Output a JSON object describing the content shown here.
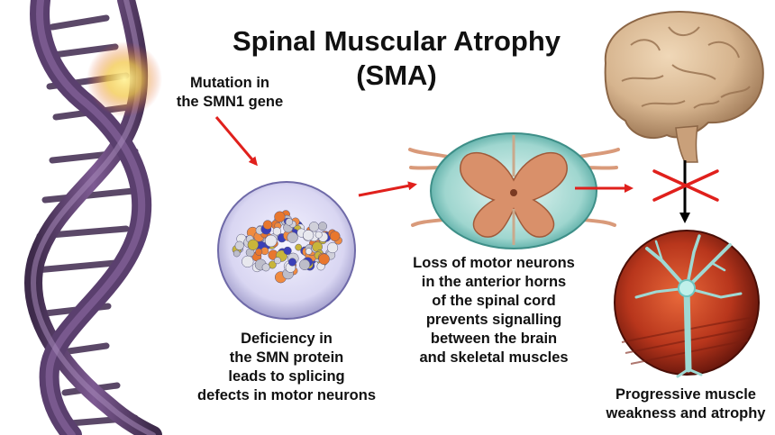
{
  "title": {
    "line1": "Spinal Muscular Atrophy",
    "line2": "(SMA)"
  },
  "captions": {
    "mutation": [
      "Mutation in",
      "the SMN1 gene"
    ],
    "deficiency": [
      "Deficiency in",
      "the SMN protein",
      "leads to splicing",
      "defects in motor neurons"
    ],
    "loss": [
      "Loss of motor neurons",
      "in the anterior horns",
      "of the spinal cord",
      "prevents signalling",
      "between the brain",
      "and skeletal muscles"
    ],
    "atrophy": [
      "Progressive muscle",
      "weakness and atrophy"
    ]
  },
  "colors": {
    "arrow_red": "#e0201c",
    "arrow_black": "#000000",
    "dna_purple": "#6b4a7e",
    "dna_glow": "#f2c84b",
    "protein_bg": "#d9d6f2",
    "cord_teal": "#6fc5c0",
    "cord_copper": "#d9906a",
    "brain_tan": "#d6b48e",
    "muscle_red": "#b8361c",
    "neuron_teal": "#9fd9d3"
  },
  "icons": [
    "dna-helix",
    "protein-molecule",
    "spinal-cord-section",
    "brain",
    "motor-neuron",
    "blocked-signal-cross"
  ]
}
